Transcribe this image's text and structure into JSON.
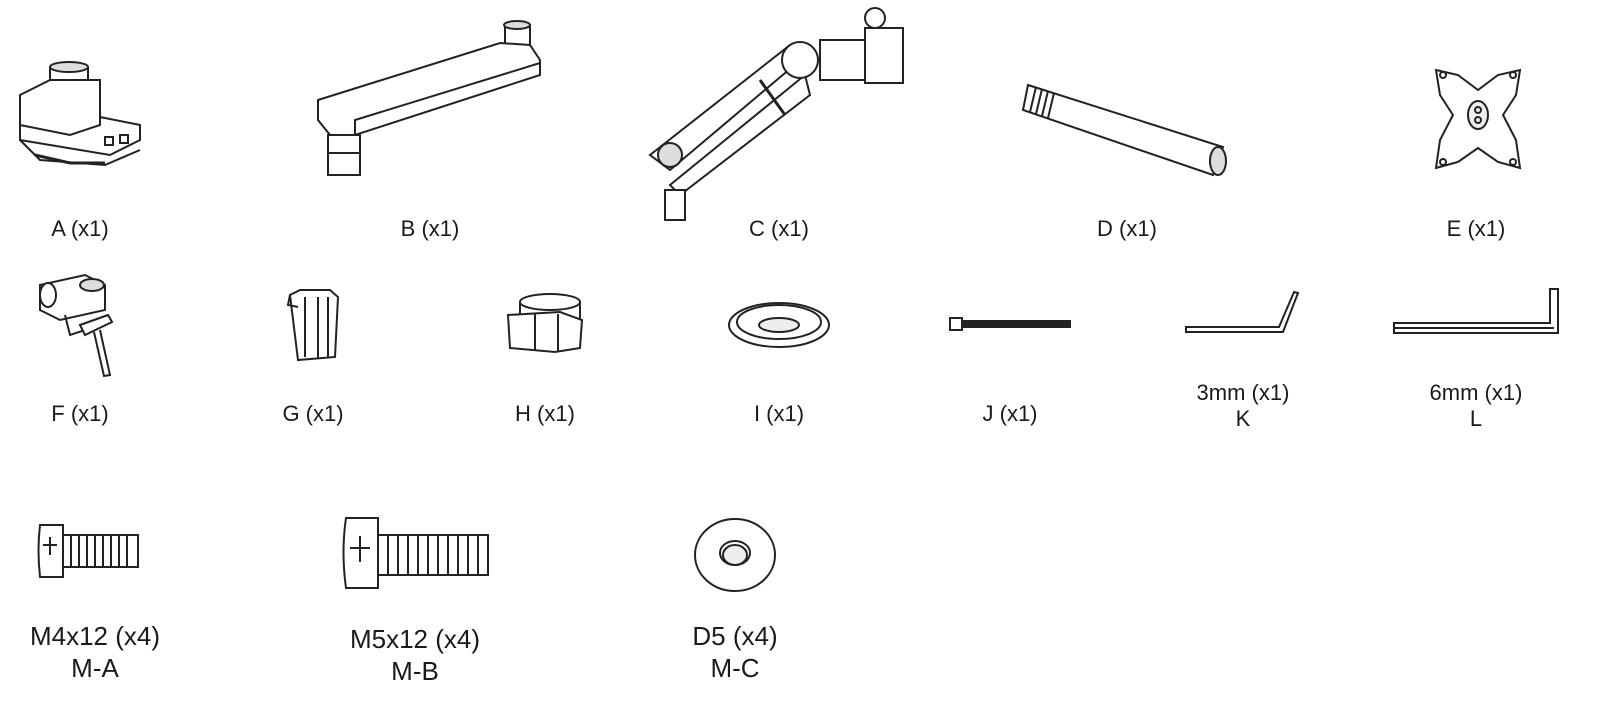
{
  "parts": {
    "a": {
      "label": "A (x1)"
    },
    "b": {
      "label": "B (x1)"
    },
    "c": {
      "label": "C (x1)"
    },
    "d": {
      "label": "D (x1)"
    },
    "e": {
      "label": "E (x1)"
    },
    "f": {
      "label": "F (x1)"
    },
    "g": {
      "label": "G (x1)"
    },
    "h": {
      "label": "H (x1)"
    },
    "i": {
      "label": "I (x1)"
    },
    "j": {
      "label": "J (x1)"
    },
    "k": {
      "size": "3mm (x1)",
      "code": "K"
    },
    "l": {
      "size": "6mm (x1)",
      "code": "L"
    },
    "ma": {
      "size": "M4x12 (x4)",
      "code": "M-A"
    },
    "mb": {
      "size": "M5x12 (x4)",
      "code": "M-B"
    },
    "mc": {
      "size": "D5 (x4)",
      "code": "M-C"
    }
  }
}
